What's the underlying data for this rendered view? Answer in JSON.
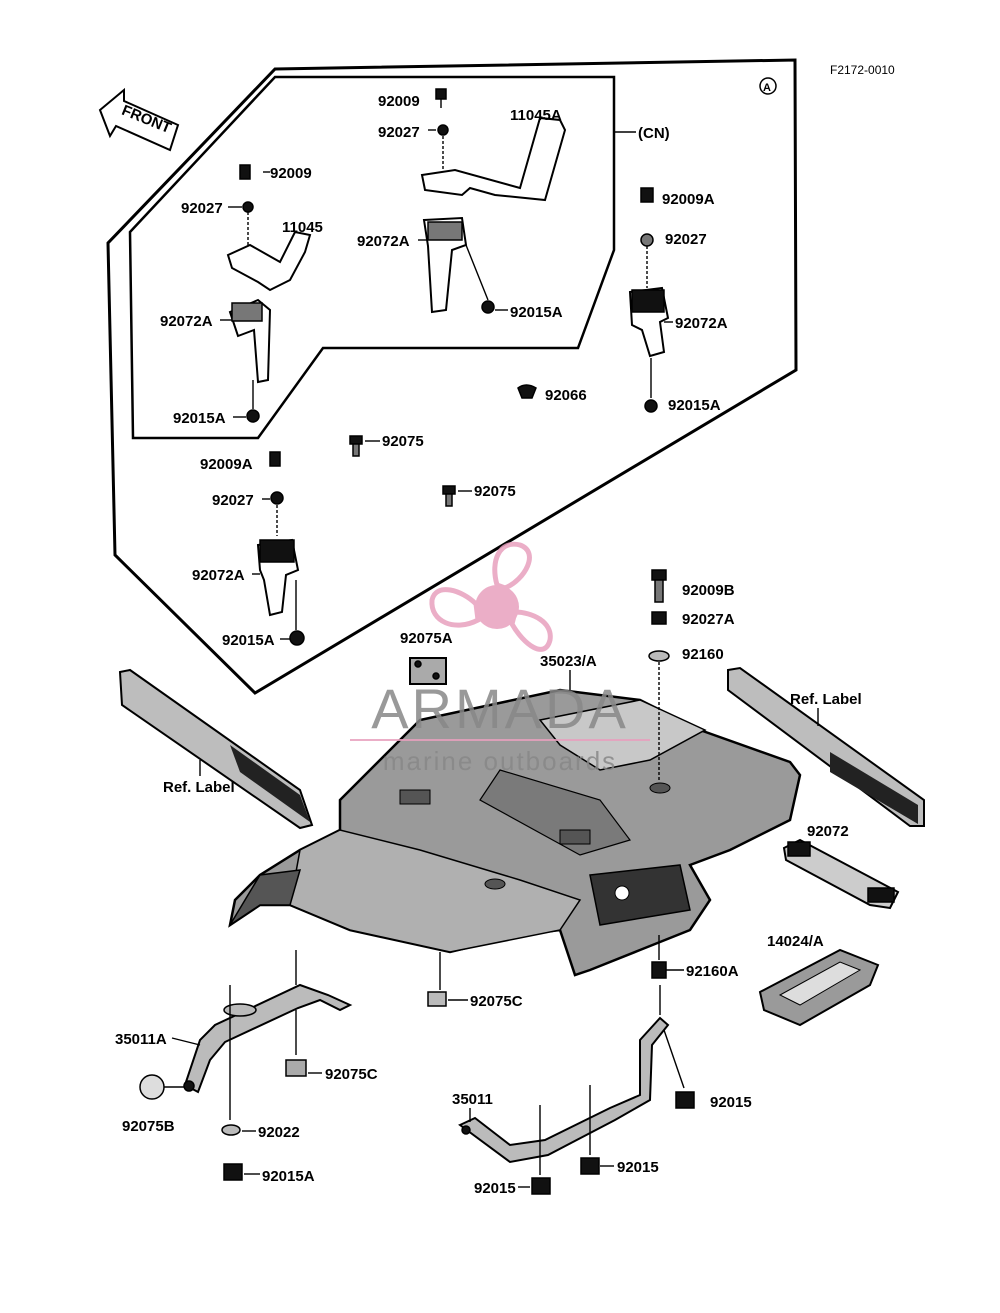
{
  "figure_code": "F2172-0010",
  "front_label": "FRONT",
  "callout_letter": "A",
  "variant_label": "(CN)",
  "ref_label_left": "Ref. Label",
  "ref_label_right": "Ref. Label",
  "watermark": {
    "brand": "ARMADA",
    "tagline": "marine outboards",
    "logo_color": "#e8a0be",
    "text_color": "#8a8a8a"
  },
  "parts": {
    "p1": "92009",
    "p2": "92027",
    "p3": "11045A",
    "p4": "92072A",
    "p5": "92015A",
    "p6": "92009",
    "p7": "92027",
    "p8": "11045",
    "p9": "92072A",
    "p10": "92015A",
    "p11": "92009A",
    "p12": "92027",
    "p13": "92072A",
    "p14": "92015A",
    "p15": "92066",
    "p16": "92075",
    "p17": "92075",
    "p18": "92009A",
    "p19": "92027",
    "p20": "92072A",
    "p21": "92015A",
    "p22": "92075A",
    "p23": "35023/A",
    "p24": "92009B",
    "p25": "92027A",
    "p26": "92160",
    "p27": "92072",
    "p28": "14024/A",
    "p29": "92160A",
    "p30": "92075C",
    "p31": "35011A",
    "p32": "92075B",
    "p33": "92075C",
    "p34": "92022",
    "p35": "92015A",
    "p36": "35011",
    "p37": "92015",
    "p38": "92015",
    "p39": "92015"
  }
}
